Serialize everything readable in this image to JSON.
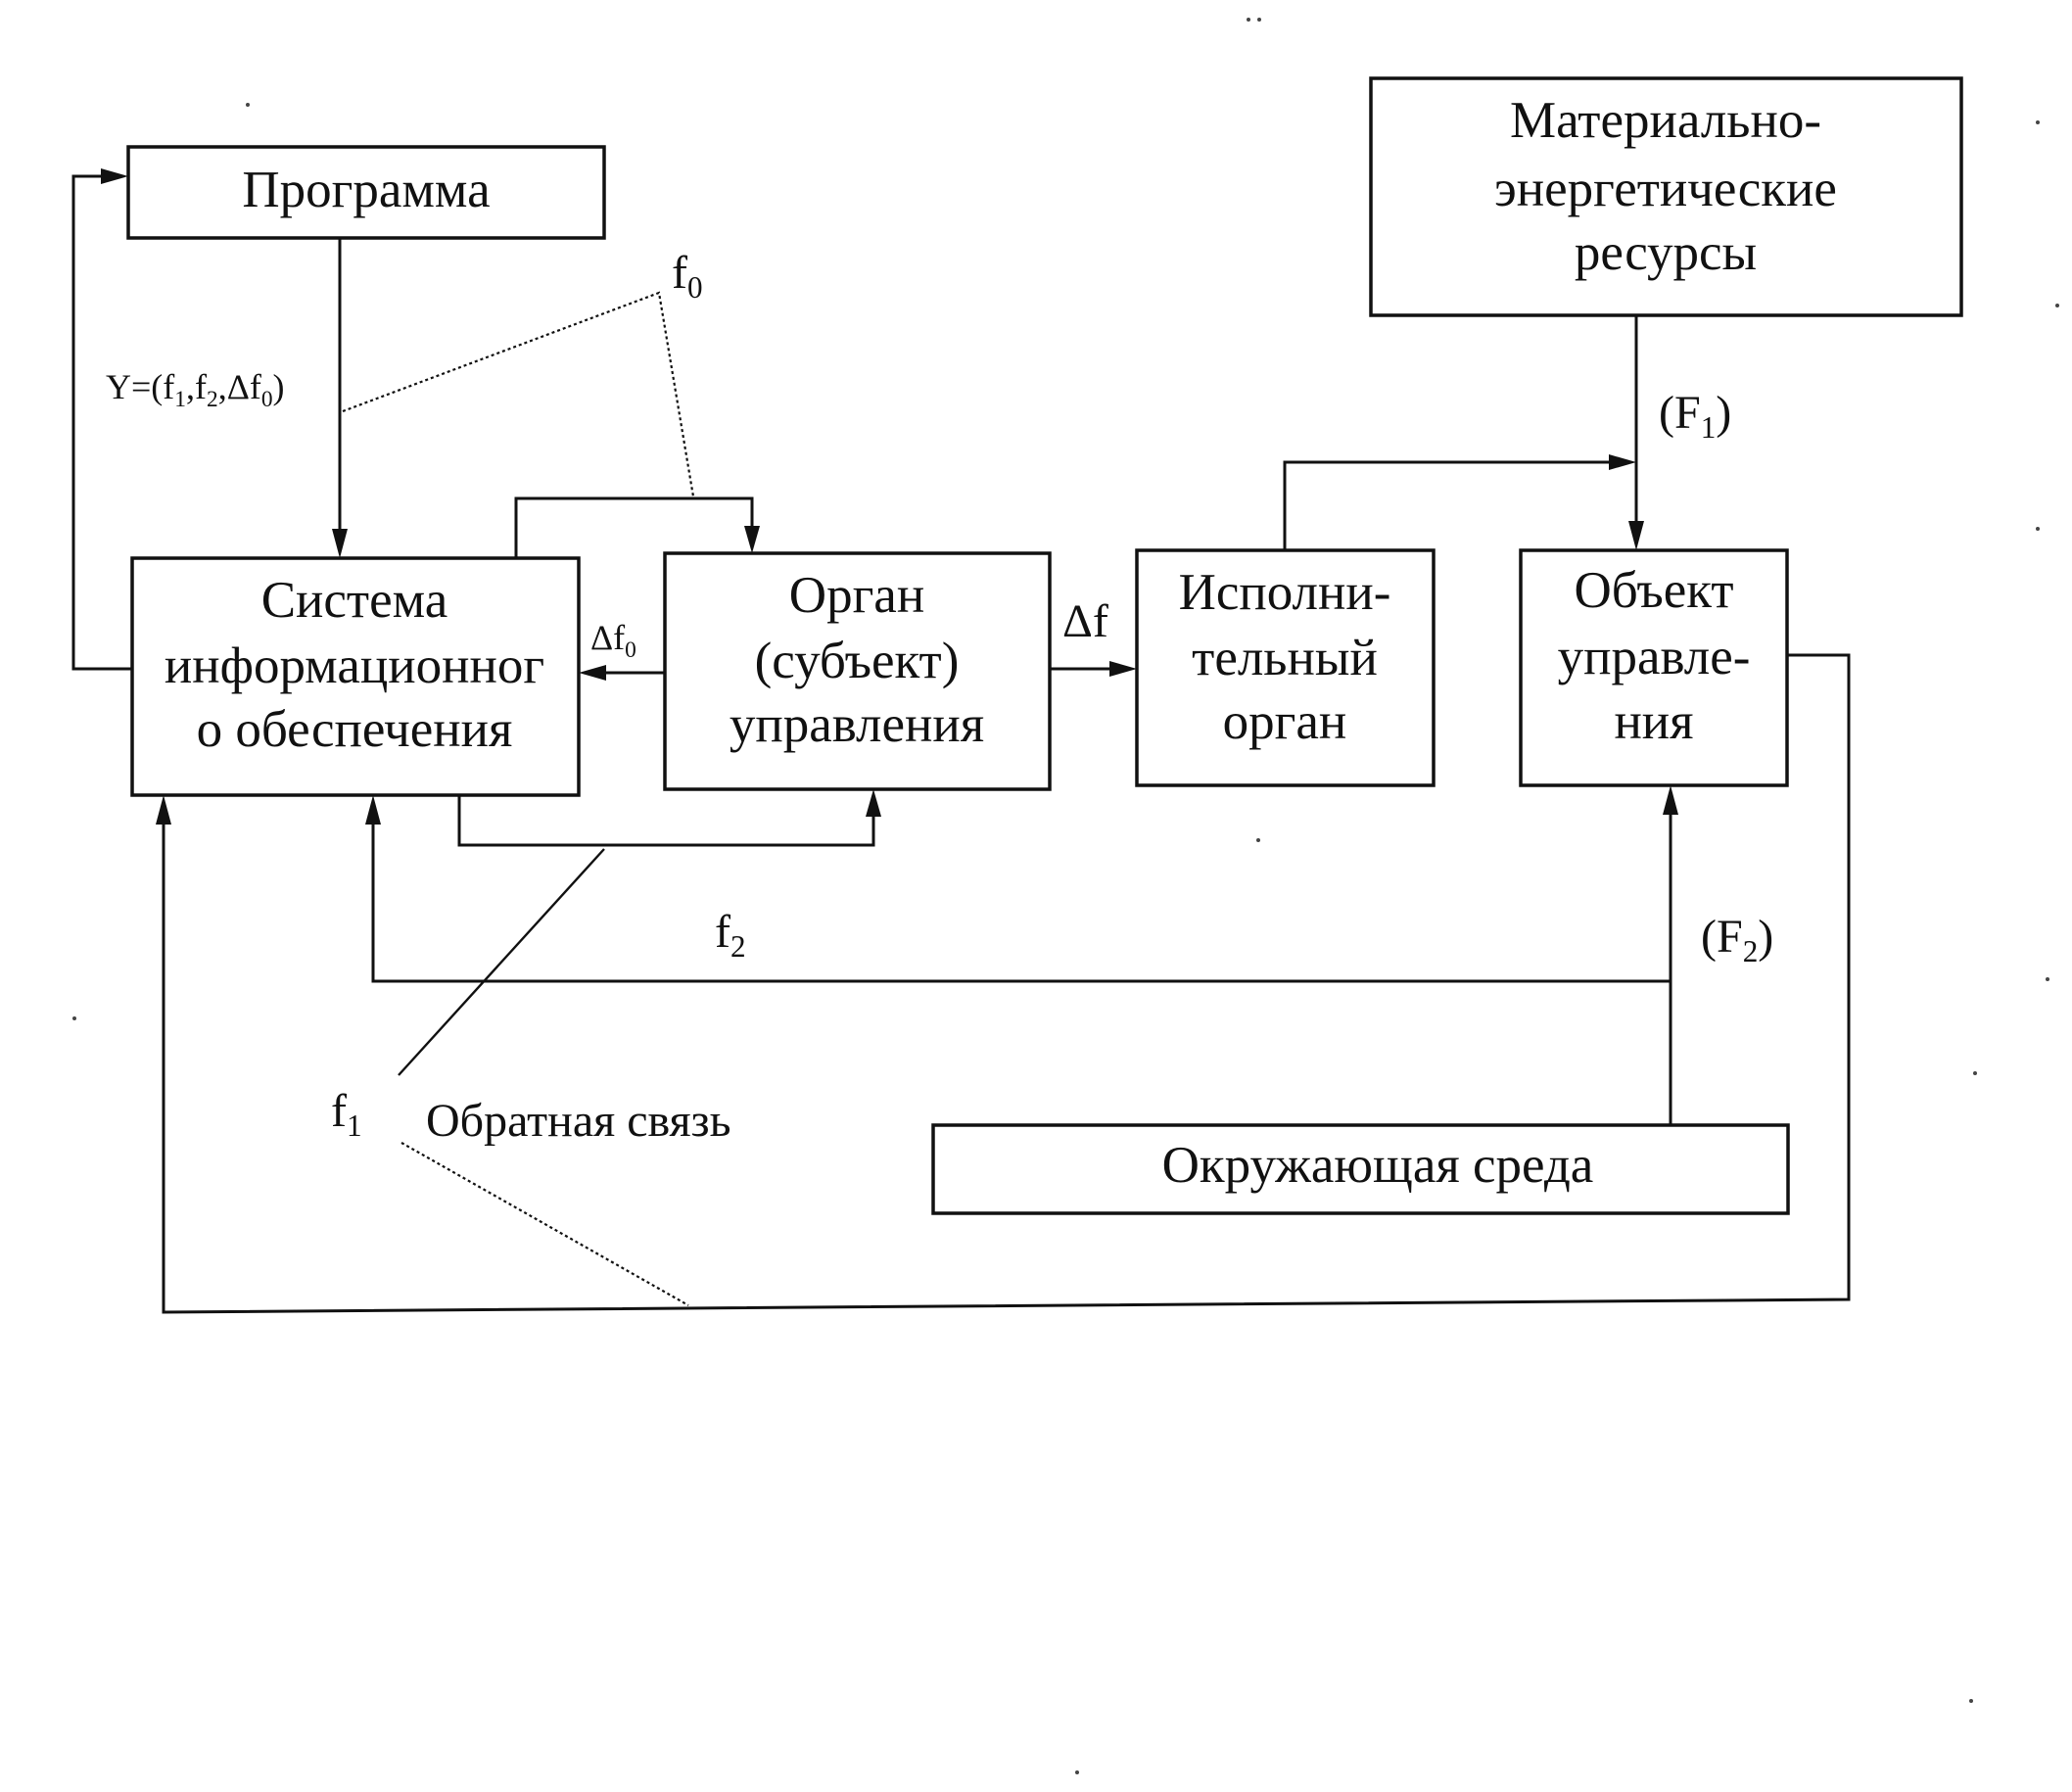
{
  "blocks": {
    "program": [
      "Программа"
    ],
    "info_system": [
      "Система",
      "информационног",
      "о обеспечения"
    ],
    "control_organ": [
      "Орган",
      "(субъект)",
      "управления"
    ],
    "executive_organ": [
      "Исполни-",
      "тельный",
      "орган"
    ],
    "controlled_object": [
      "Объект",
      "управле-",
      "ния"
    ],
    "resources": [
      "Материально-",
      "энергетические",
      "ресурсы"
    ],
    "environment": [
      "Окружающая среда"
    ]
  },
  "labels": {
    "y_formula": {
      "prefix": "Y=(f",
      "s1": "1",
      "sep1": ",f",
      "s2": "2",
      "sep2": ",Δf",
      "s0": "0",
      "suffix": ")"
    },
    "f0": {
      "base": "f",
      "sub": "0"
    },
    "delta_f0": {
      "base": "Δf",
      "sub": "0"
    },
    "delta_f": "Δf",
    "F1": {
      "prefix": "(F",
      "sub": "1",
      "suffix": ")"
    },
    "F2": {
      "prefix": "(F",
      "sub": "2",
      "suffix": ")"
    },
    "f2": {
      "base": "f",
      "sub": "2"
    },
    "f1": {
      "base": "f",
      "sub": "1"
    },
    "feedback": "Обратная связь"
  },
  "colors": {
    "ink": "#111111",
    "paper": "#ffffff"
  }
}
